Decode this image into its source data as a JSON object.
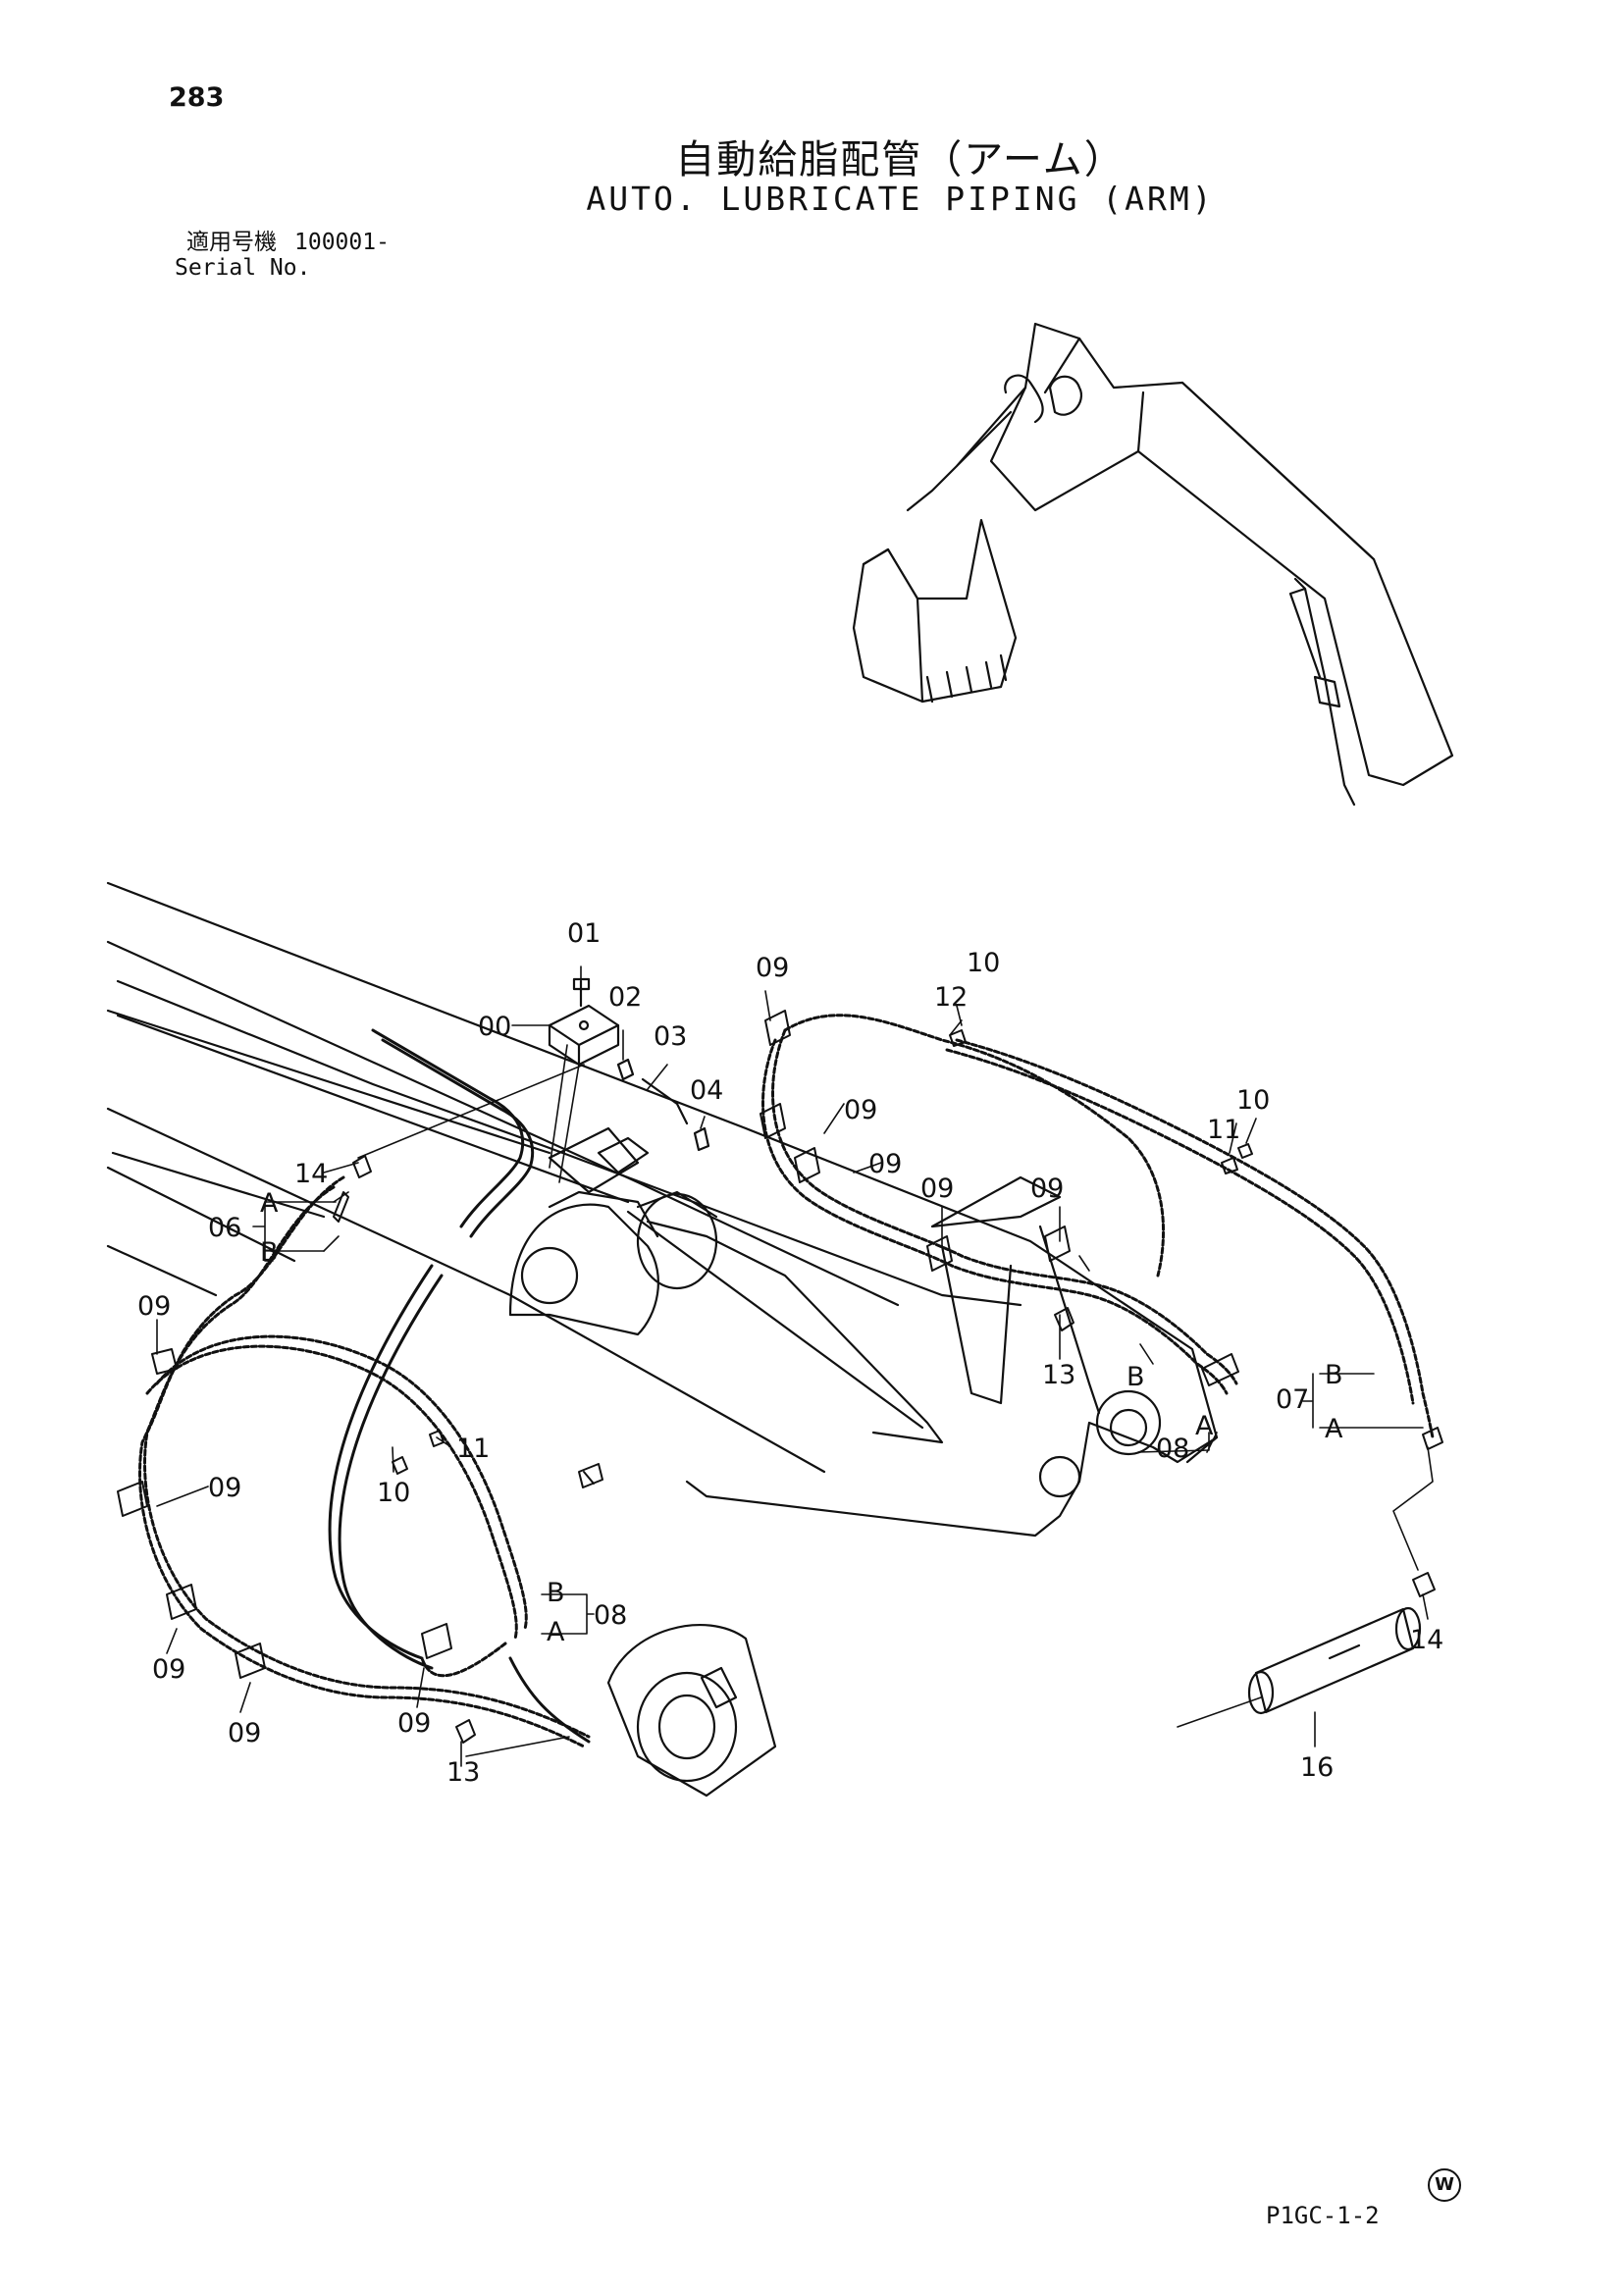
{
  "page_number": "283",
  "title_jp": "自動給脂配管（アーム）",
  "title_en": "AUTO. LUBRICATE PIPING (ARM)",
  "serial": {
    "label_jp": "適用号機",
    "value": "100001-",
    "label_en": "Serial No."
  },
  "drawing_code": "P1GC-1-2",
  "watermark": "W",
  "callouts": {
    "c00": "00",
    "c01": "01",
    "c02": "02",
    "c03": "03",
    "c04": "04",
    "c06": "06",
    "c06A": "A",
    "c06B": "B",
    "c09a": "09",
    "c09b": "09",
    "c09c": "09",
    "c09d": "09",
    "c09e": "09",
    "c09f": "09",
    "c09g": "09",
    "c09h": "09",
    "c09i": "09",
    "c09j": "09",
    "c10a": "10",
    "c10b": "10",
    "c10c": "10",
    "c11a": "11",
    "c11b": "11",
    "c12": "12",
    "c13a": "13",
    "c13b": "13",
    "c14a": "14",
    "c14b": "14",
    "c07": "07",
    "c07B": "B",
    "c07A": "A",
    "c08a": "08",
    "c08aB": "B",
    "c08aA": "A",
    "c08b": "08",
    "c08bB": "B",
    "c08bA": "A",
    "c16": "16"
  }
}
